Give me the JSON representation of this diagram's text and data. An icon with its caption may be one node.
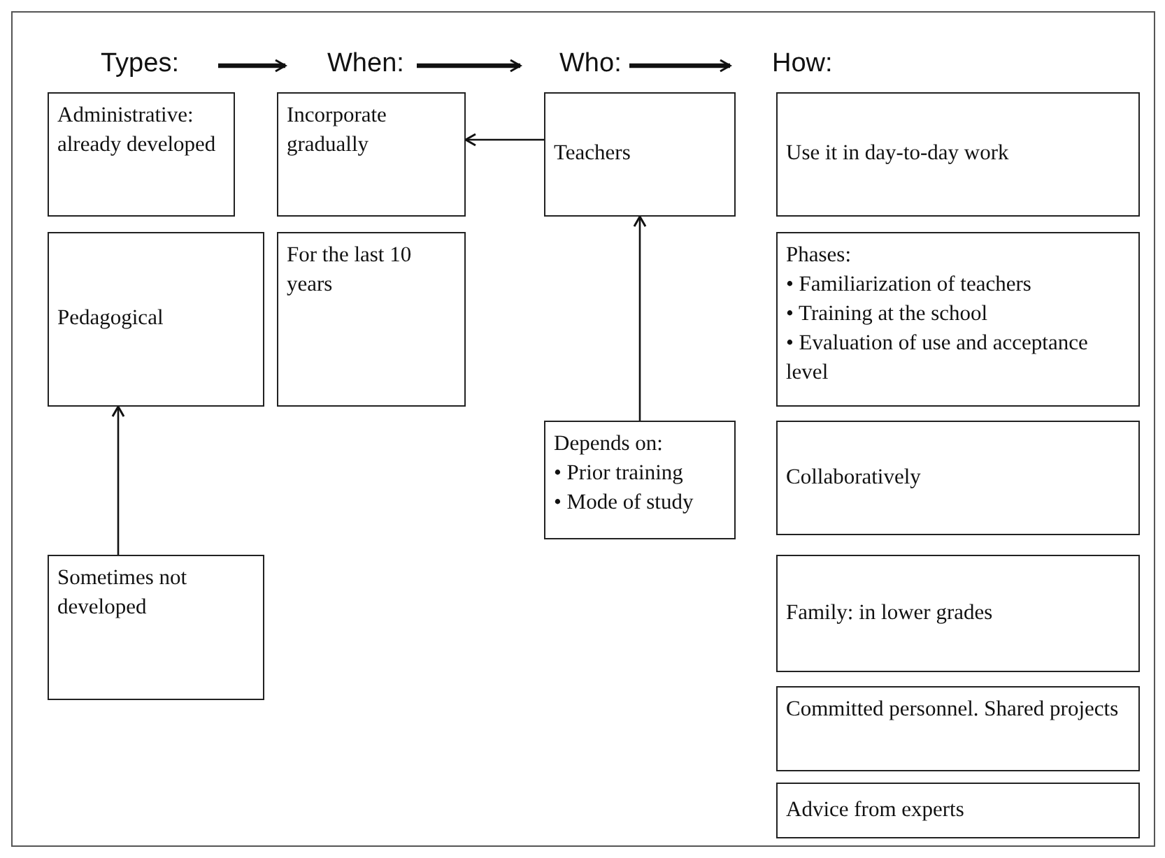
{
  "diagram": {
    "nodes": [
      {
        "text": [
          "Types:"
        ]
      },
      {
        "text": [
          "When:"
        ]
      },
      {
        "text": [
          "Who:"
        ]
      },
      {
        "text": [
          "How:"
        ]
      },
      {
        "text": [
          "Administrative: already developed"
        ]
      },
      {
        "text": [
          "Pedagogical"
        ]
      },
      {
        "text": [
          "Sometimes not developed"
        ]
      },
      {
        "text": [
          "Incorporate gradually"
        ]
      },
      {
        "text": [
          "For the last 10 years"
        ]
      },
      {
        "text": [
          "Teachers"
        ]
      },
      {
        "text": [
          "Depends on:",
          "• Prior training",
          "• Mode of study"
        ]
      },
      {
        "text": [
          "Use it in day-to-day work"
        ]
      },
      {
        "text": [
          "Phases:",
          "• Familiarization of teachers",
          "• Training at the school",
          "• Evaluation of use and acceptance level"
        ]
      },
      {
        "text": [
          "Collaboratively"
        ]
      },
      {
        "text": [
          "Family: in lower grades"
        ]
      },
      {
        "text": [
          "Committed personnel. Shared projects"
        ]
      },
      {
        "text": [
          "Advice from experts"
        ]
      }
    ],
    "edges": [
      {
        "from": 0,
        "to": 1,
        "arrow": "to",
        "style": "thick"
      },
      {
        "from": 1,
        "to": 2,
        "arrow": "to",
        "style": "thick"
      },
      {
        "from": 2,
        "to": 3,
        "arrow": "to",
        "style": "thick"
      },
      {
        "from": 6,
        "to": 5,
        "arrow": "to"
      },
      {
        "from": 9,
        "to": 7,
        "arrow": "to"
      },
      {
        "from": 10,
        "to": 9,
        "arrow": "to"
      }
    ]
  }
}
